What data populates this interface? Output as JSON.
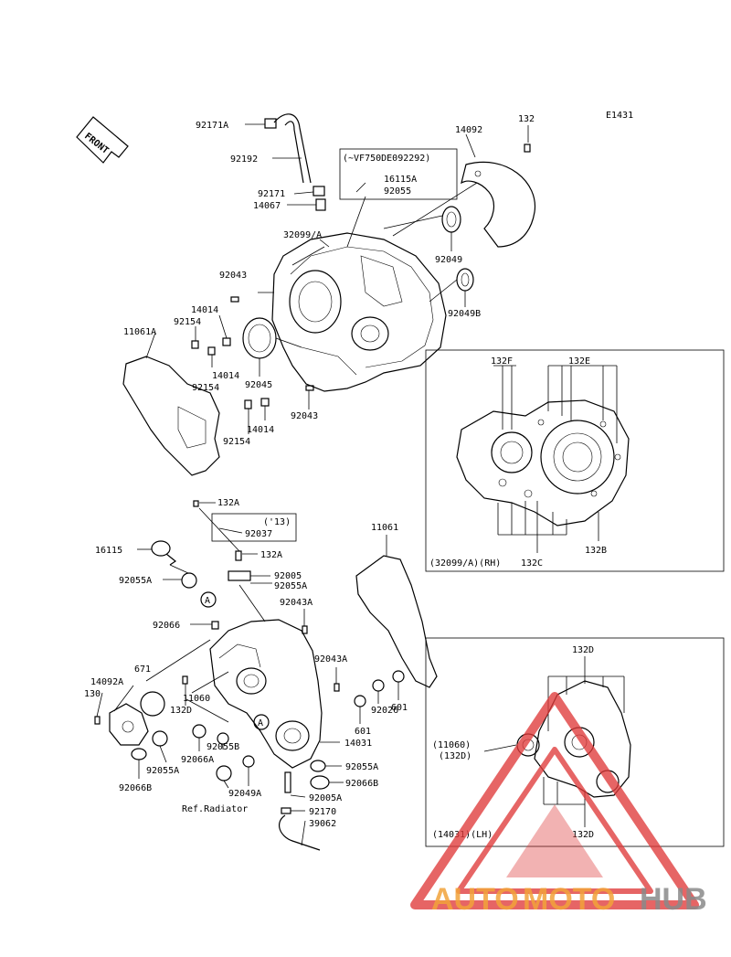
{
  "diagram_code": "E1431",
  "front_label": "FRONT",
  "labels": [
    {
      "id": "92171A",
      "text": "92171A"
    },
    {
      "id": "92192",
      "text": "92192"
    },
    {
      "id": "14092",
      "text": "14092"
    },
    {
      "id": "132_top",
      "text": "132"
    },
    {
      "id": "vf_note",
      "text": "(~VF750DE092292)"
    },
    {
      "id": "16115A",
      "text": "16115A"
    },
    {
      "id": "92055_top",
      "text": "92055"
    },
    {
      "id": "92171",
      "text": "92171"
    },
    {
      "id": "14067",
      "text": "14067"
    },
    {
      "id": "32099A",
      "text": "32099/A"
    },
    {
      "id": "92043_a",
      "text": "92043"
    },
    {
      "id": "92049",
      "text": "92049"
    },
    {
      "id": "92049B",
      "text": "92049B"
    },
    {
      "id": "14014_a",
      "text": "14014"
    },
    {
      "id": "92154_a",
      "text": "92154"
    },
    {
      "id": "11061A",
      "text": "11061A"
    },
    {
      "id": "14014_b",
      "text": "14014"
    },
    {
      "id": "92154_b",
      "text": "92154"
    },
    {
      "id": "92045",
      "text": "92045"
    },
    {
      "id": "92043_b",
      "text": "92043"
    },
    {
      "id": "14014_c",
      "text": "14014"
    },
    {
      "id": "92154_c",
      "text": "92154"
    },
    {
      "id": "132F",
      "text": "132F"
    },
    {
      "id": "132E",
      "text": "132E"
    },
    {
      "id": "32099A_RH",
      "text": "(32099/A)(RH)"
    },
    {
      "id": "132C",
      "text": "132C"
    },
    {
      "id": "132B",
      "text": "132B"
    },
    {
      "id": "132A_a",
      "text": "132A"
    },
    {
      "id": "13_note",
      "text": "('13)"
    },
    {
      "id": "92037",
      "text": "92037"
    },
    {
      "id": "132A_b",
      "text": "132A"
    },
    {
      "id": "16115",
      "text": "16115"
    },
    {
      "id": "92005",
      "text": "92005"
    },
    {
      "id": "92055A_a",
      "text": "92055A"
    },
    {
      "id": "92055A_b",
      "text": "92055A"
    },
    {
      "id": "11061",
      "text": "11061"
    },
    {
      "id": "92043A_a",
      "text": "92043A"
    },
    {
      "id": "92066",
      "text": "92066"
    },
    {
      "id": "671",
      "text": "671"
    },
    {
      "id": "92043A_b",
      "text": "92043A"
    },
    {
      "id": "14092A",
      "text": "14092A"
    },
    {
      "id": "130",
      "text": "130"
    },
    {
      "id": "132D_l",
      "text": "132D"
    },
    {
      "id": "11060",
      "text": "11060"
    },
    {
      "id": "92026",
      "text": "92026"
    },
    {
      "id": "601_a",
      "text": "601"
    },
    {
      "id": "601_b",
      "text": "601"
    },
    {
      "id": "14031",
      "text": "14031"
    },
    {
      "id": "92055B",
      "text": "92055B"
    },
    {
      "id": "92066A",
      "text": "92066A"
    },
    {
      "id": "92055A_c",
      "text": "92055A"
    },
    {
      "id": "92055A_d",
      "text": "92055A"
    },
    {
      "id": "92066B_a",
      "text": "92066B"
    },
    {
      "id": "92066B_b",
      "text": "92066B"
    },
    {
      "id": "92049A",
      "text": "92049A"
    },
    {
      "id": "92005A",
      "text": "92005A"
    },
    {
      "id": "ref_radiator",
      "text": "Ref.Radiator"
    },
    {
      "id": "92170",
      "text": "92170"
    },
    {
      "id": "39062",
      "text": "39062"
    },
    {
      "id": "132D_top",
      "text": "132D"
    },
    {
      "id": "11060_box",
      "text": "(11060)"
    },
    {
      "id": "132D_box",
      "text": "(132D)"
    },
    {
      "id": "14031_LH",
      "text": "(14031)(LH)"
    },
    {
      "id": "132D_bottom",
      "text": "132D"
    },
    {
      "id": "circle_a1",
      "text": "A"
    },
    {
      "id": "circle_a2",
      "text": "A"
    }
  ],
  "watermark": {
    "auto": "AUTO",
    "moto": "MOTO",
    "hub": "HUB"
  },
  "colors": {
    "watermark_red": "#e03a3a",
    "watermark_orange": "#f2a33a",
    "watermark_gray": "#8a8a8a"
  }
}
